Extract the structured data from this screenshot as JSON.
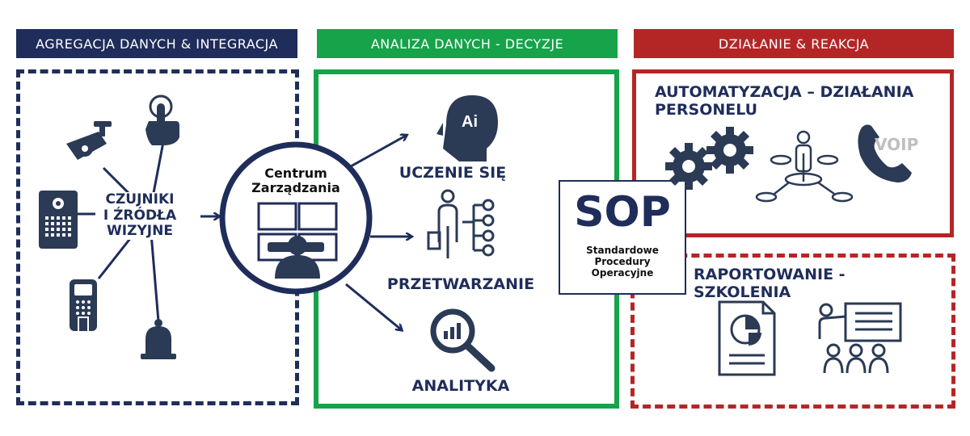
{
  "colors": {
    "navy": "#1f2d5a",
    "green": "#16a34a",
    "red": "#b42626",
    "gray": "#bfbfbf"
  },
  "sections": {
    "aggregation": {
      "title": "AGREGACJA DANYCH & INTEGRACJA"
    },
    "analysis": {
      "title": "ANALIZA DANYCH - DECYZJE"
    },
    "action": {
      "title": "DZIAŁANIE & REAKCJA"
    }
  },
  "sensors": {
    "label": "CZUJNIKI\nI ŹRÓDŁA\nWIZYJNE"
  },
  "center": {
    "label": "Centrum\nZarządzania"
  },
  "analysis_items": {
    "learning": "UCZENIE SIĘ",
    "ai_badge": "Ai",
    "processing": "PRZETWARZANIE",
    "analytics": "ANALITYKA"
  },
  "sop": {
    "title": "SOP",
    "subtitle": "Standardowe\nProcedury\nOperacyjne"
  },
  "automation": {
    "title": "AUTOMATYZACJA – DZIAŁANIA\nPERSONELU",
    "voip": "VOIP"
  },
  "reporting": {
    "title": "RAPORTOWANIE - SZKOLENIA"
  }
}
